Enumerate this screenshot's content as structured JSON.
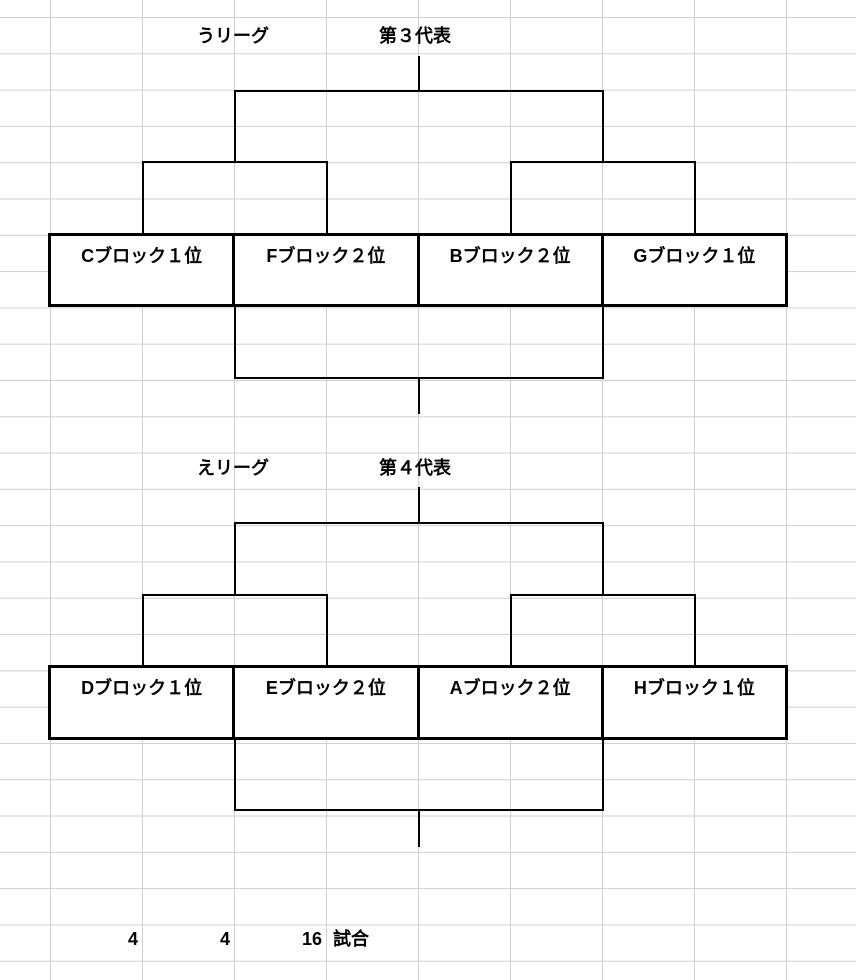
{
  "sections": [
    {
      "league": "うリーグ",
      "rep": "第３代表",
      "teams": [
        "Cブロック１位",
        "Fブロック２位",
        "Bブロック２位",
        "Gブロック１位"
      ]
    },
    {
      "league": "えリーグ",
      "rep": "第４代表",
      "teams": [
        "Dブロック１位",
        "Eブロック２位",
        "Aブロック２位",
        "Hブロック１位"
      ]
    }
  ],
  "footer": {
    "n1": "4",
    "n2": "4",
    "n3": "16",
    "label": "試合"
  }
}
